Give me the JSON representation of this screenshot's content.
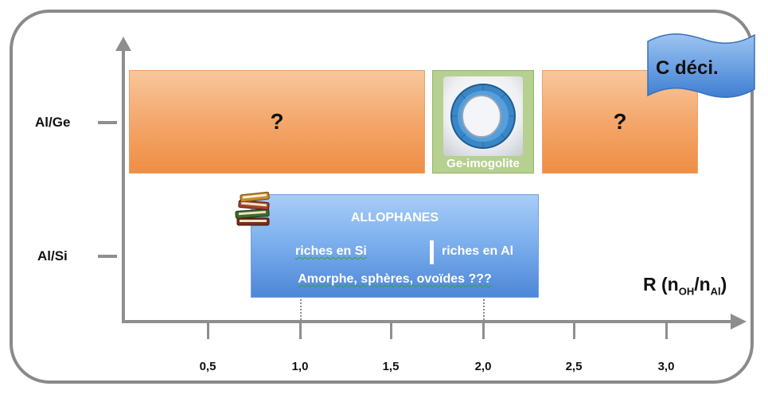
{
  "y_axis": {
    "labels": [
      "Al/Ge",
      "Al/Si"
    ]
  },
  "x_axis": {
    "ticks": [
      "0,5",
      "1,0",
      "1,5",
      "2,0",
      "2,5",
      "3,0"
    ],
    "title_main": "R (n",
    "title_sub1": "OH",
    "title_mid": "/n",
    "title_sub2": "Al",
    "title_end": ")"
  },
  "al_ge_row": {
    "unknown_left": "?",
    "imogolite_label": "Ge-imogolite",
    "unknown_right": "?"
  },
  "al_si_row": {
    "title": "ALLOPHANES",
    "left_label": "riches en Si",
    "right_label": "riches en Al",
    "bottom_label": "Amorphe, sphères, ovoïdes ???"
  },
  "flag": {
    "label": "C déci."
  },
  "colors": {
    "orange": "#f4a467",
    "green": "#b6d08f",
    "blue": "#7db0ee",
    "axis": "#8e8e8e"
  },
  "icons": [
    "books-icon",
    "imogolite-tube-icon",
    "flag-banner-icon"
  ]
}
